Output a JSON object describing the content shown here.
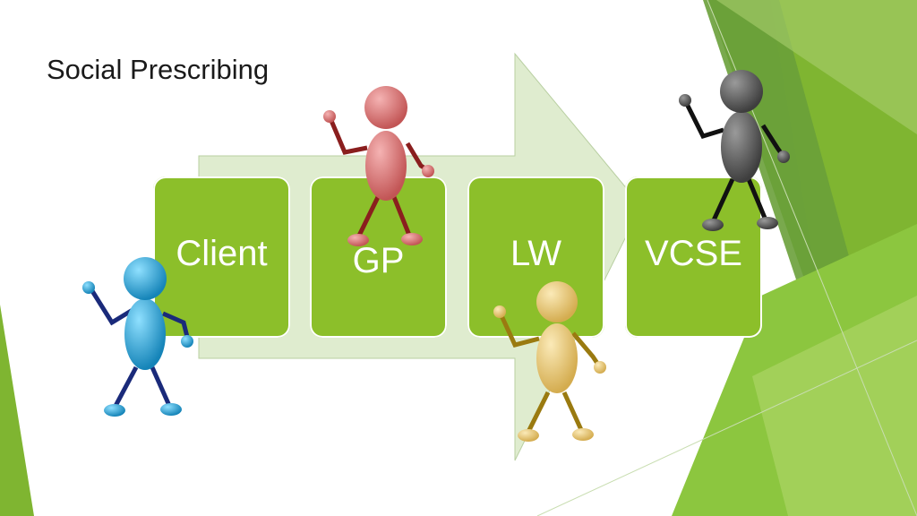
{
  "slide": {
    "title": "Social Prescribing"
  },
  "steps": [
    {
      "label": "Client"
    },
    {
      "label": "GP"
    },
    {
      "label": "LW"
    },
    {
      "label": "VCSE"
    }
  ],
  "colors": {
    "step_fill": "#8cbf2a",
    "arrow_fill": "#dfeccf",
    "accent_green": "#7fb531",
    "client_figure": "#1e9fd0",
    "gp_figure": "#d46a6a",
    "lw_figure": "#e4c46a",
    "vcse_figure": "#5e5e5e"
  }
}
